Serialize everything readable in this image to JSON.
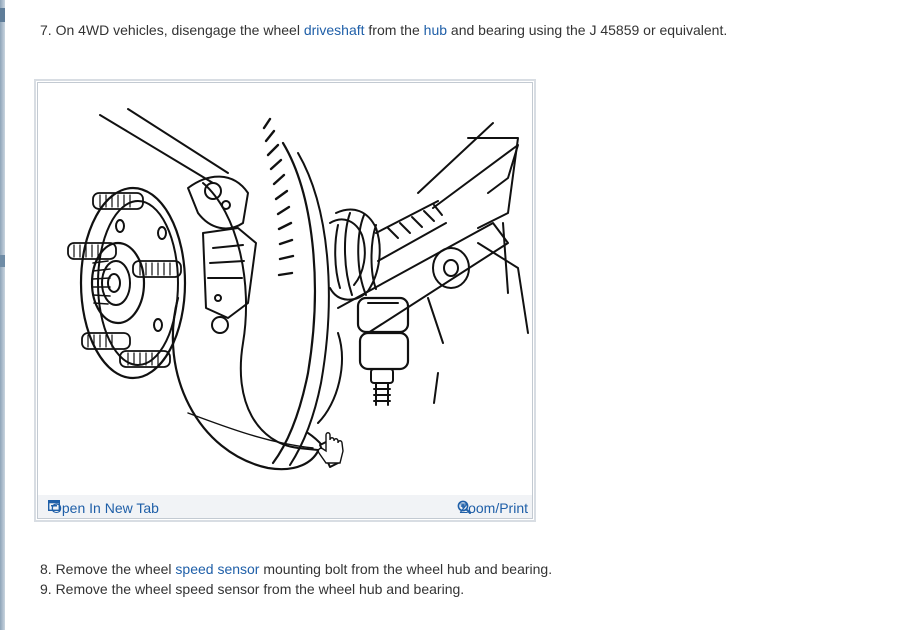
{
  "steps": {
    "step7": {
      "prefix": "7. On 4WD vehicles, disengage the wheel ",
      "link1": "driveshaft",
      "middle": " from the ",
      "link2": "hub",
      "suffix": " and bearing using the J 45859 or equivalent."
    },
    "step8": {
      "prefix": "8. Remove the wheel ",
      "link1": "speed sensor",
      "suffix": " mounting bolt from the wheel hub and bearing."
    },
    "step9": {
      "text": "9. Remove the wheel speed sensor from the wheel hub and bearing."
    }
  },
  "figure": {
    "open_tab_label": "Open In New Tab",
    "zoom_print_label": "Zoom/Print"
  },
  "colors": {
    "link": "#1f5fa8",
    "text": "#333333",
    "toolbar_bg": "#f1f3f6"
  },
  "icons": {
    "open_tab": "open-new-tab-icon",
    "zoom": "zoom-in-icon"
  }
}
